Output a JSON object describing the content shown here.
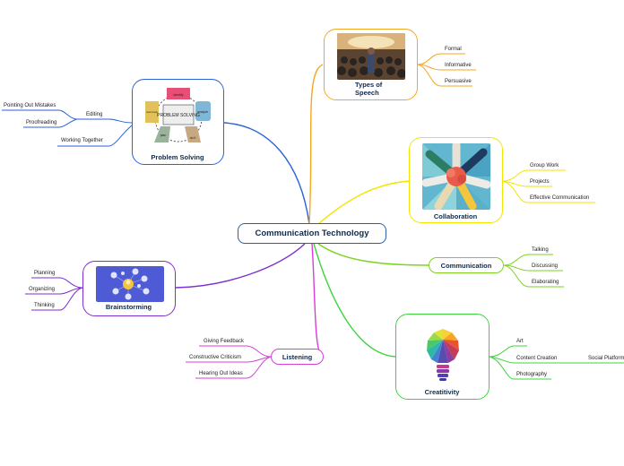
{
  "central": {
    "title": "Communication Technology"
  },
  "topics": {
    "problem_solving": {
      "title": "Problem Solving",
      "image_text": {
        "center": "PROBLEM SOLVING",
        "top": "identify",
        "right": "analyze",
        "left": "look back",
        "bottom_left": "plan",
        "bottom_right": "do it"
      },
      "children": [
        "Editing",
        "Working Together"
      ],
      "editing_children": [
        "Pointing Out Mistakes",
        "Proofreading"
      ]
    },
    "types_of_speech": {
      "title_line1": "Types of",
      "title_line2": "Speech",
      "children": [
        "Formal",
        "Informative",
        "Persuasive"
      ]
    },
    "collaboration": {
      "title": "Collaboration",
      "children": [
        "Group Work",
        "Projects",
        "Effective Communication"
      ]
    },
    "communication": {
      "title": "Communication",
      "children": [
        "Talking",
        "Discussing",
        "Elaborating"
      ]
    },
    "creativity": {
      "title": "Creatitivity",
      "children": [
        "Art",
        "Content Creation",
        "Photography"
      ],
      "content_creation_children": [
        "Social Platform"
      ]
    },
    "listening": {
      "title": "Listening",
      "children": [
        "Giving Feedback",
        "Constructive Criticism",
        "Hearing Out Ideas"
      ]
    },
    "brainstorming": {
      "title": "Brainstorming",
      "children": [
        "Planning",
        "Organizing",
        "Thinking"
      ]
    }
  },
  "colors": {
    "problem_solving": "#2b63d9",
    "types_of_speech": "#f5a623",
    "collaboration": "#f2e600",
    "communication": "#7ed321",
    "creativity": "#3fd43f",
    "listening": "#d63fd6",
    "brainstorming": "#7d2fd1",
    "central_border": "#2a5ea8",
    "title_text": "#0f2a4a"
  }
}
